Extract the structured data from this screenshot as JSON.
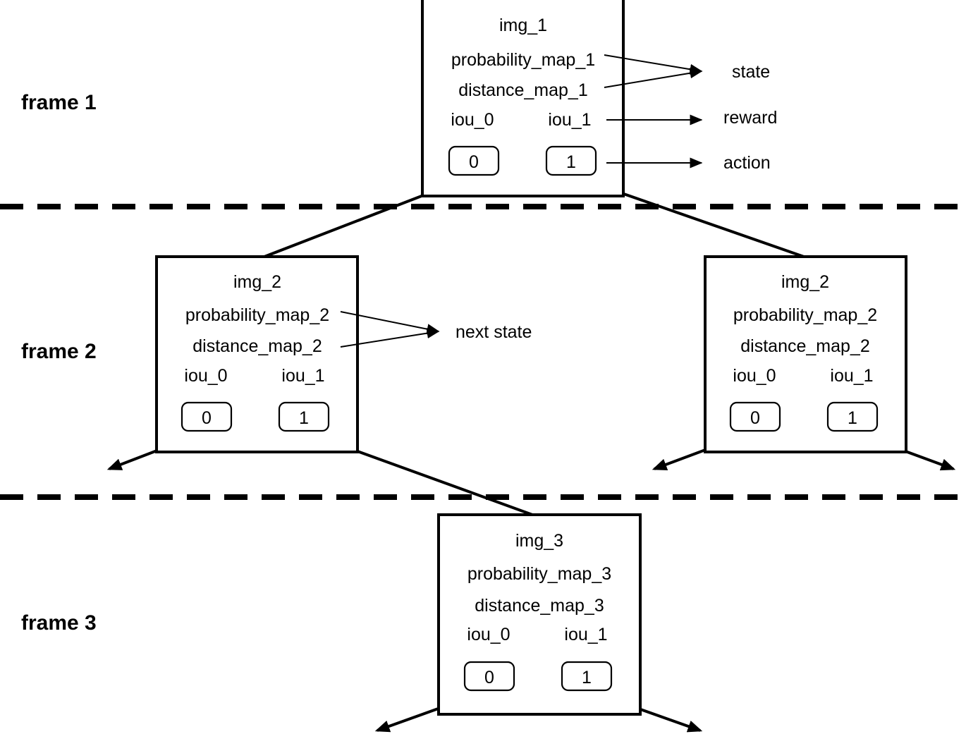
{
  "diagram": {
    "title_visible": false,
    "background_color": "#ffffff",
    "line_color": "#000000",
    "frames": [
      {
        "label": "frame 1",
        "nodes": [
          {
            "id": "frame1-node",
            "img": "img_1",
            "probability_map": "probability_map_1",
            "distance_map": "distance_map_1",
            "iou_labels": [
              "iou_0",
              "iou_1"
            ],
            "chips": [
              "0",
              "1"
            ]
          }
        ],
        "annotations": [
          "state",
          "reward",
          "action"
        ]
      },
      {
        "label": "frame 2",
        "nodes": [
          {
            "id": "frame2-node-left",
            "img": "img_2",
            "probability_map": "probability_map_2",
            "distance_map": "distance_map_2",
            "iou_labels": [
              "iou_0",
              "iou_1"
            ],
            "chips": [
              "0",
              "1"
            ]
          },
          {
            "id": "frame2-node-right",
            "img": "img_2",
            "probability_map": "probability_map_2",
            "distance_map": "distance_map_2",
            "iou_labels": [
              "iou_0",
              "iou_1"
            ],
            "chips": [
              "0",
              "1"
            ]
          }
        ],
        "annotations": [
          "next state"
        ]
      },
      {
        "label": "frame 3",
        "nodes": [
          {
            "id": "frame3-node",
            "img": "img_3",
            "probability_map": "probability_map_3",
            "distance_map": "distance_map_3",
            "iou_labels": [
              "iou_0",
              "iou_1"
            ],
            "chips": [
              "0",
              "1"
            ]
          }
        ],
        "annotations": []
      }
    ],
    "annotation_labels": {
      "state": "state",
      "reward": "reward",
      "action": "action",
      "next_state": "next state"
    },
    "frame_labels": {
      "frame1": "frame 1",
      "frame2": "frame 2",
      "frame3": "frame 3"
    }
  }
}
